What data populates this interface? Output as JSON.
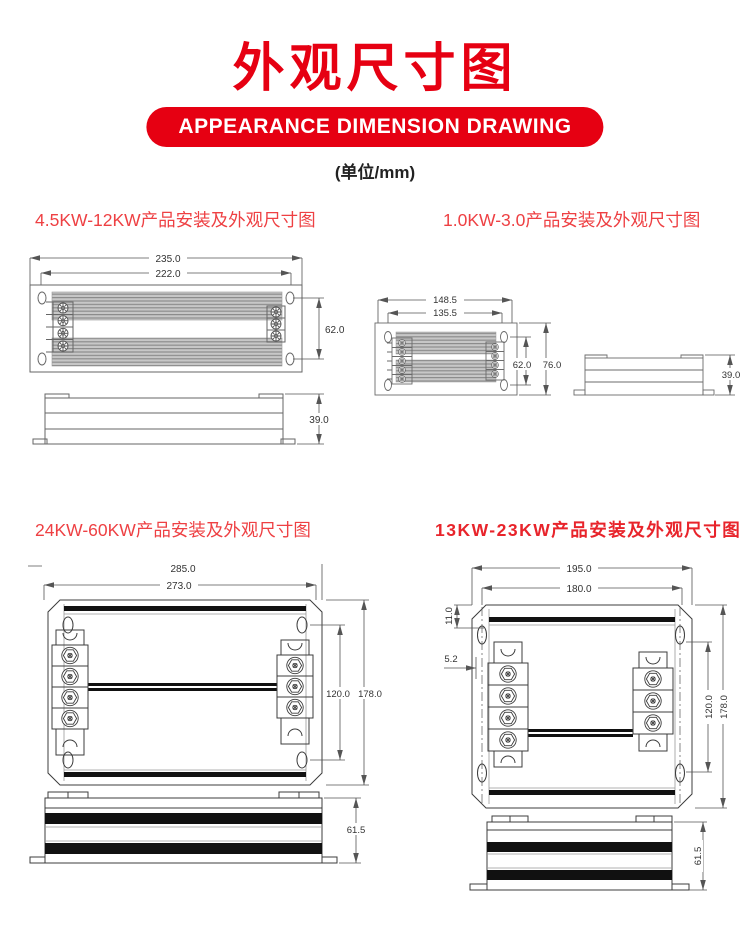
{
  "header": {
    "title": "外观尺寸图",
    "banner": "APPEARANCE DIMENSION DRAWING",
    "unit": "(单位/mm)"
  },
  "colors": {
    "accent_red": "#e60012",
    "section_title_red": "#ee4043",
    "drawing_line_gray": "#666666",
    "drawing_line_dark": "#3c3c3c"
  },
  "sections": [
    {
      "title": "4.5KW-12KW产品安装及外观尺寸图",
      "dims": {
        "outer_width": "235.0",
        "inner_width": "222.0",
        "mount_height": "62.0",
        "side_height": "39.0"
      }
    },
    {
      "title": "1.0KW-3.0产品安装及外观尺寸图",
      "dims": {
        "outer_width": "148.5",
        "inner_width": "135.5",
        "mount_height": "62.0",
        "body_height": "76.0",
        "side_height": "39.0"
      }
    },
    {
      "title": "24KW-60KW产品安装及外观尺寸图",
      "dims": {
        "outer_width": "285.0",
        "inner_width": "273.0",
        "mount_height": "120.0",
        "body_height": "178.0",
        "side_height": "61.5"
      }
    },
    {
      "title": "13KW-23KW产品安装及外观尺寸图",
      "dims": {
        "outer_width": "195.0",
        "inner_width": "180.0",
        "corner_offset_v": "11.0",
        "corner_offset_h": "5.2",
        "mount_height": "120.0",
        "body_height": "178.0",
        "side_height": "61.5"
      }
    }
  ]
}
